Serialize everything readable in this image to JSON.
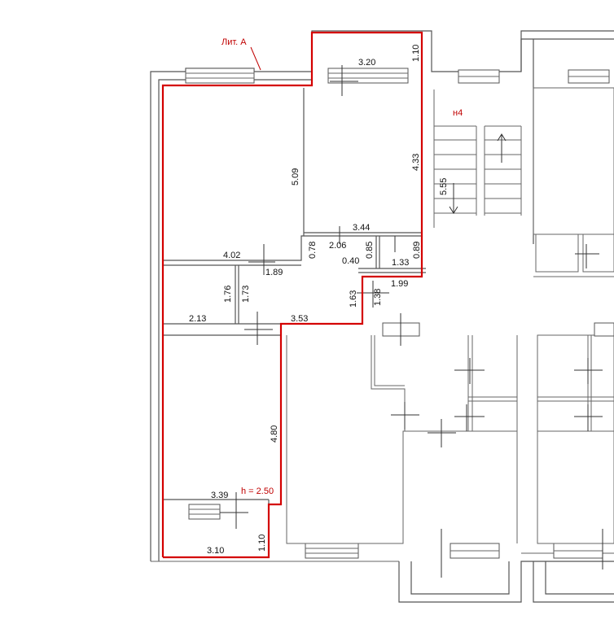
{
  "labels": {
    "lit": "Лит. А",
    "stair": "н4",
    "height": "h = 2.50"
  },
  "dimensions": {
    "d320": "3.20",
    "d110_top": "1.10",
    "d509": "5.09",
    "d433": "4.33",
    "d555": "5.55",
    "d344": "3.44",
    "d206": "2.06",
    "d078": "0.78",
    "d085": "0.85",
    "d089": "0.89",
    "d040": "0.40",
    "d133": "1.33",
    "d402": "4.02",
    "d189": "1.89",
    "d176": "1.76",
    "d173": "1.73",
    "d163": "1.63",
    "d138": "1.38",
    "d199": "1.99",
    "d213": "2.13",
    "d353": "3.53",
    "d480": "4.80",
    "d339": "3.39",
    "d110_bottom": "1.10",
    "d310": "3.10"
  },
  "colors": {
    "boundary": "#d40000",
    "walls": "#555555"
  }
}
